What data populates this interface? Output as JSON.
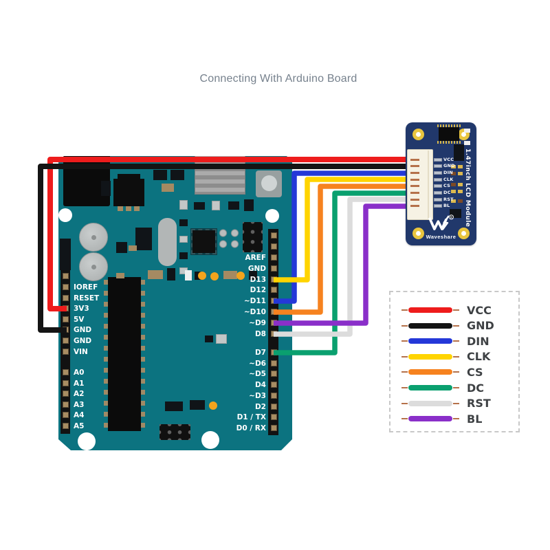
{
  "title": "Connecting With Arduino Board",
  "arduino": {
    "left_pins": [
      "IOREF",
      "RESET",
      "3V3",
      "5V",
      "GND",
      "GND",
      "VIN",
      "A0",
      "A1",
      "A2",
      "A3",
      "A4",
      "A5"
    ],
    "right_pins": [
      "AREF",
      "GND",
      "D13",
      "D12",
      "~D11",
      "~D10",
      "~D9",
      "D8",
      "D7",
      "~D6",
      "~D5",
      "D4",
      "~D3",
      "D2",
      "D1 / TX",
      "D0 / RX"
    ]
  },
  "lcd": {
    "module_label": "1.47inch LCD Module",
    "brand": "Waveshare",
    "pins": [
      "VCC",
      "GND",
      "DIN",
      "CLK",
      "CS",
      "DC",
      "RST",
      "BL"
    ]
  },
  "legend": {
    "items": [
      {
        "label": "VCC",
        "color": "#ee1c1c"
      },
      {
        "label": "GND",
        "color": "#141414"
      },
      {
        "label": "DIN",
        "color": "#2438d8"
      },
      {
        "label": "CLK",
        "color": "#ffd400"
      },
      {
        "label": "CS",
        "color": "#f6821f"
      },
      {
        "label": "DC",
        "color": "#0aa06f"
      },
      {
        "label": "RST",
        "color": "#dcdcdc"
      },
      {
        "label": "BL",
        "color": "#8a2fc9"
      }
    ]
  },
  "connections": [
    {
      "signal": "VCC",
      "arduino_pin": "3V3"
    },
    {
      "signal": "GND",
      "arduino_pin": "GND"
    },
    {
      "signal": "DIN",
      "arduino_pin": "~D11"
    },
    {
      "signal": "CLK",
      "arduino_pin": "D13"
    },
    {
      "signal": "CS",
      "arduino_pin": "~D10"
    },
    {
      "signal": "DC",
      "arduino_pin": "D7"
    },
    {
      "signal": "RST",
      "arduino_pin": "D8"
    },
    {
      "signal": "BL",
      "arduino_pin": "~D9"
    }
  ]
}
